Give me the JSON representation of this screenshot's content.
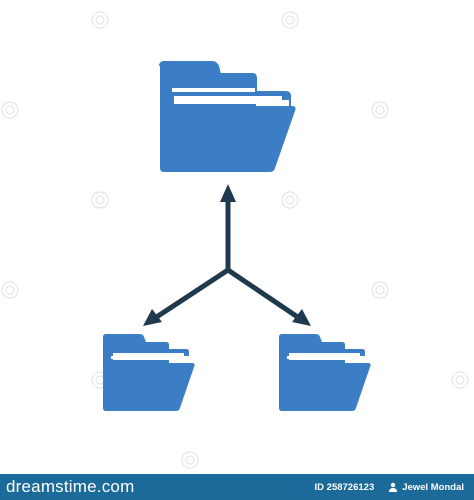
{
  "illustration": {
    "top_folder": {
      "icon": "folder-open-icon"
    },
    "bottom_left_folder": {
      "icon": "folder-open-icon"
    },
    "bottom_right_folder": {
      "icon": "folder-open-icon"
    },
    "connector": {
      "icon": "three-way-arrow-icon"
    },
    "colors": {
      "folder": "#3b7ec5",
      "folder_outline": "#2a6cb3",
      "arrow": "#1f3a4d",
      "watermark": "#d9dde2"
    }
  },
  "footer": {
    "brand": "dreamstime.com",
    "id_text": "ID 258726123",
    "author": "Jewel Mondal",
    "background": "#1b6a99"
  }
}
